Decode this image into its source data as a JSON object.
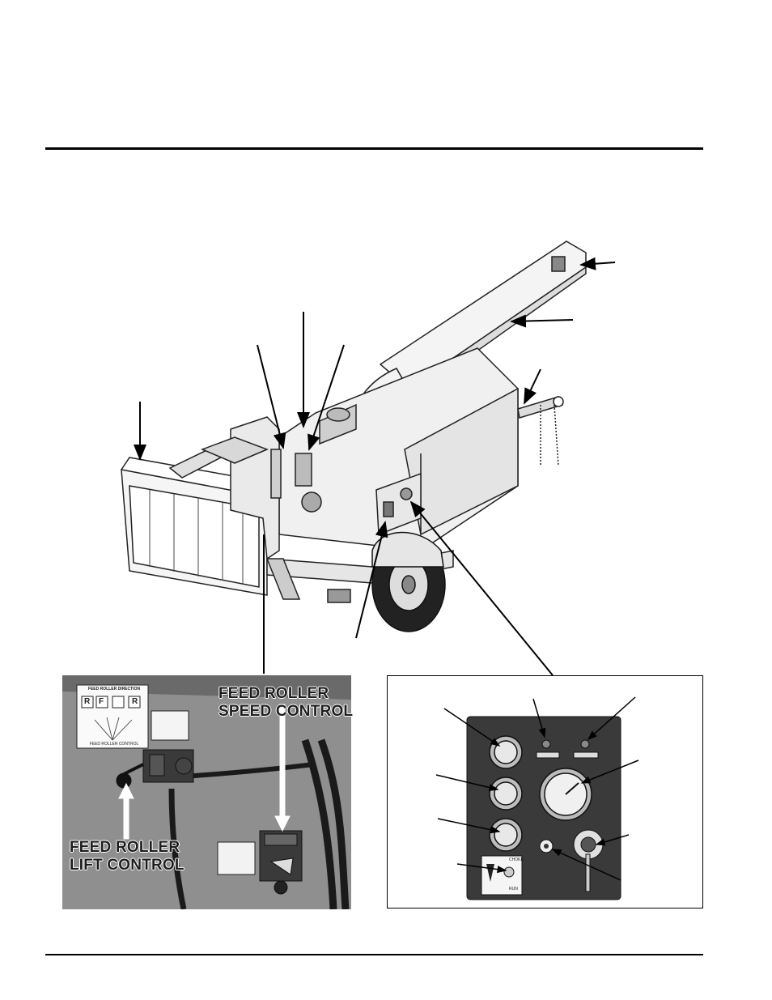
{
  "photo_left": {
    "decal_title": "FEED ROLLER DIRECTION",
    "decal_r_left": "R",
    "decal_f": "F",
    "decal_r_right": "R",
    "decal_footer": "FEED ROLLER CONTROL",
    "speed_control_label": "FEED ROLLER SPEED CONTROL",
    "lift_control_label": "FEED ROLLER LIFT CONTROL"
  },
  "photo_right": {
    "choke_top": "CHOKE",
    "choke_bottom": "RUN"
  },
  "colors": {
    "ink": "#000000",
    "photo_gray": "#8e8e8e",
    "panel_dark": "#3a3a3a"
  }
}
